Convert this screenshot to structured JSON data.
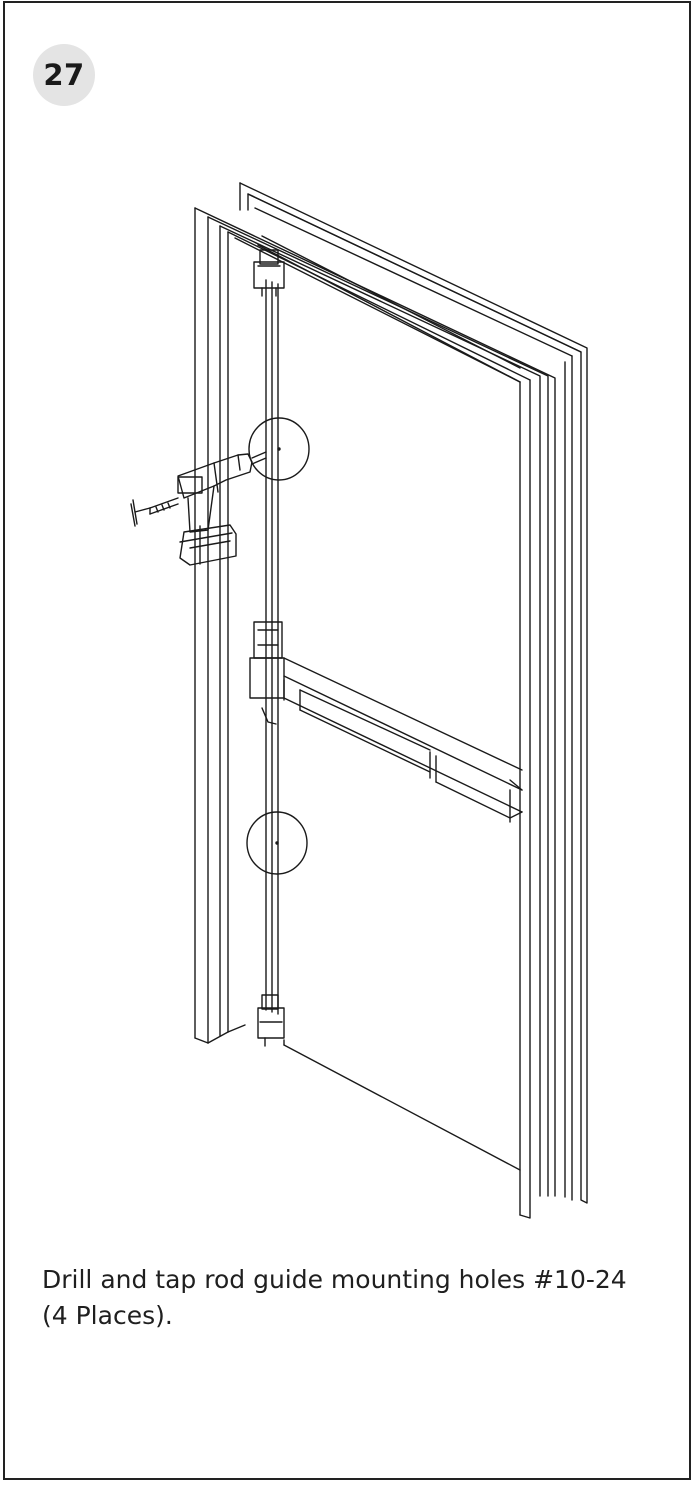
{
  "step": {
    "number": "27"
  },
  "instruction": {
    "text": "Drill and tap rod guide mounting holes #10-24 (4 Places)."
  },
  "illustration": {
    "subject": "door-frame-with-exit-device",
    "icons": [
      "drill-icon",
      "tap-wrench-icon",
      "callout-circle-icon"
    ]
  },
  "colors": {
    "line": "#1a1a1a",
    "badge": "#e4e4e4",
    "border": "#222222"
  }
}
